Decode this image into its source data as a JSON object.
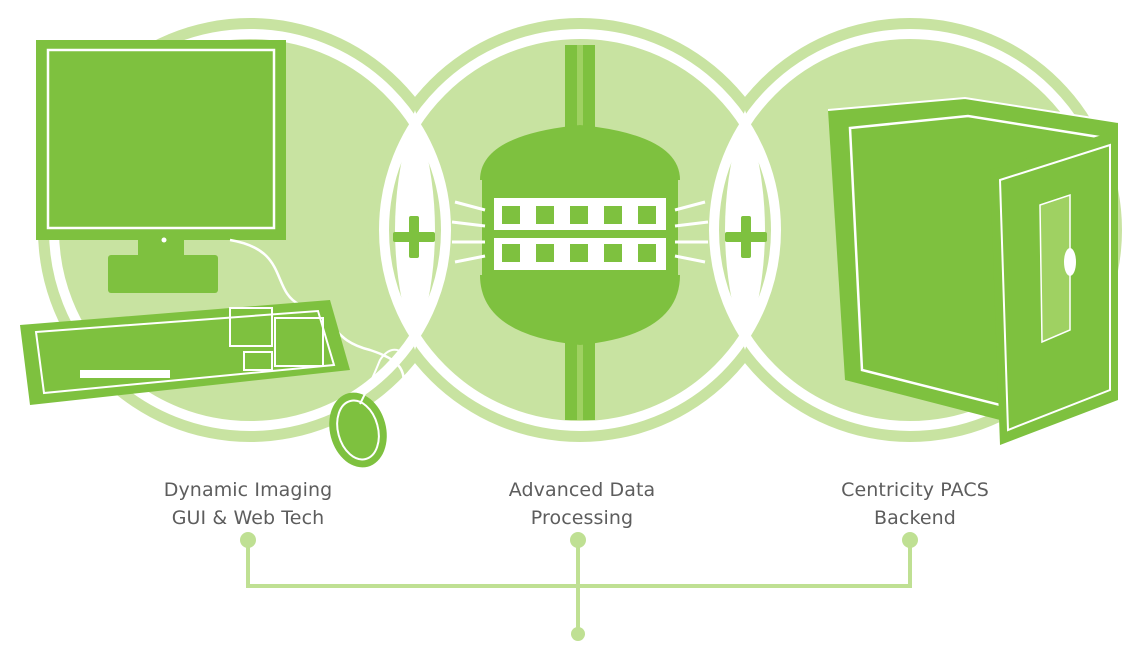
{
  "colors": {
    "light_green": "#c8e3a1",
    "medium_green": "#a9d36d",
    "dark_green": "#7ec13f",
    "line_green": "#bfe093",
    "outline_white": "#ffffff",
    "text_gray": "#5d5d5d"
  },
  "stages": [
    {
      "icon": "desktop-computer-icon",
      "caption_line1": "Dynamic Imaging",
      "caption_line2": "GUI & Web Tech"
    },
    {
      "icon": "data-processor-icon",
      "caption_line1": "Advanced Data",
      "caption_line2": "Processing"
    },
    {
      "icon": "vault-safe-icon",
      "caption_line1": "Centricity PACS",
      "caption_line2": "Backend"
    }
  ],
  "operators": [
    "plus-icon",
    "plus-icon"
  ],
  "connector_icon": "branch-connector-icon"
}
